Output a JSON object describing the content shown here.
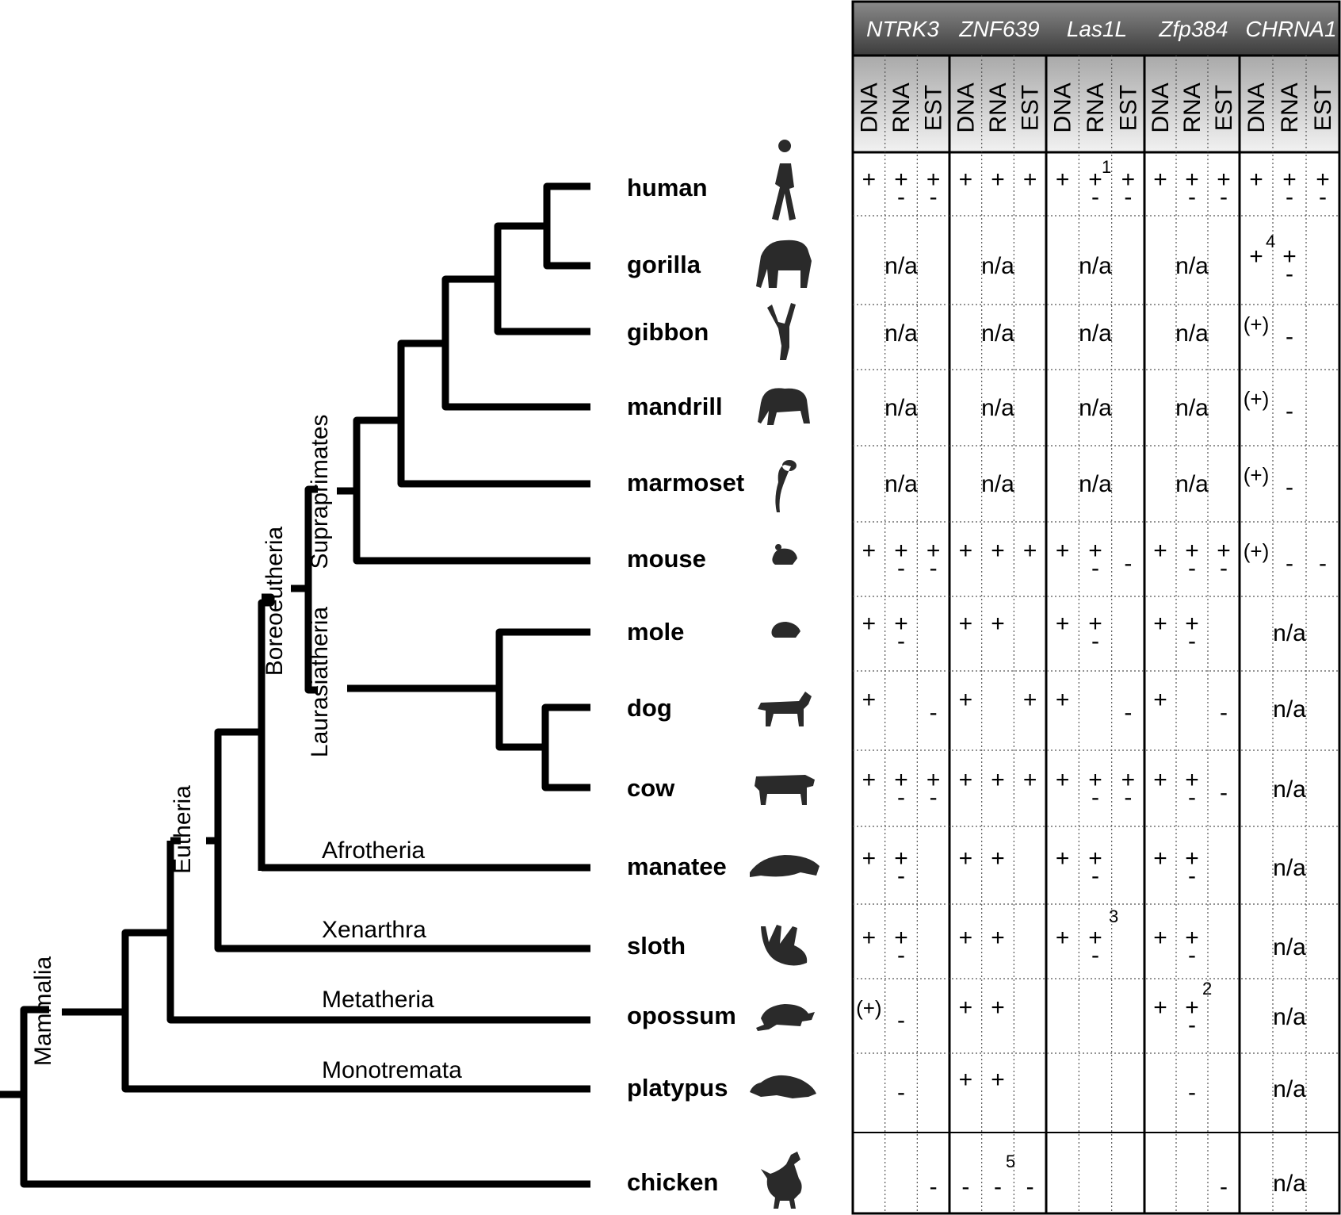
{
  "genes": [
    "NTRK3",
    "ZNF639",
    "Las1L",
    "Zfp384",
    "CHRNA1"
  ],
  "evidence_types": [
    "DNA",
    "RNA",
    "EST"
  ],
  "clades": {
    "mammalia": "Mammalia",
    "eutheria": "Eutheria",
    "boreoeutheria": "Boreoeutheria",
    "supraprimates": "Supraprimates",
    "laurasiatheria": "Laurasiatheria",
    "afrotheria": "Afrotheria",
    "xenarthra": "Xenarthra",
    "metatheria": "Metatheria",
    "monotremata": "Monotremata"
  },
  "species": [
    {
      "name": "human",
      "silhouette": "human-silhouette"
    },
    {
      "name": "gorilla",
      "silhouette": "gorilla-silhouette"
    },
    {
      "name": "gibbon",
      "silhouette": "gibbon-silhouette"
    },
    {
      "name": "mandrill",
      "silhouette": "mandrill-silhouette"
    },
    {
      "name": "marmoset",
      "silhouette": "marmoset-silhouette"
    },
    {
      "name": "mouse",
      "silhouette": "mouse-silhouette"
    },
    {
      "name": "mole",
      "silhouette": "mole-silhouette"
    },
    {
      "name": "dog",
      "silhouette": "dog-silhouette"
    },
    {
      "name": "cow",
      "silhouette": "cow-silhouette"
    },
    {
      "name": "manatee",
      "silhouette": "manatee-silhouette"
    },
    {
      "name": "sloth",
      "silhouette": "sloth-silhouette"
    },
    {
      "name": "opossum",
      "silhouette": "opossum-silhouette"
    },
    {
      "name": "platypus",
      "silhouette": "platypus-silhouette"
    },
    {
      "name": "chicken",
      "silhouette": "chicken-silhouette"
    }
  ],
  "na": "n/a",
  "notes": {
    "human_las1l_rna": "1",
    "opossum_zfp384_rna": "2",
    "sloth_las1l_rna": "3",
    "gorilla_chrna1_dna": "4",
    "chicken_znf639_rna": "5"
  },
  "cells": [
    [
      [
        [
          "+"
        ],
        [
          "+",
          "-"
        ],
        [
          "+",
          "-"
        ]
      ],
      [
        [
          "+"
        ],
        [
          "+"
        ],
        [
          "+"
        ]
      ],
      [
        [
          "+"
        ],
        [
          "+",
          "-"
        ],
        [
          "+",
          "-"
        ]
      ],
      [
        [
          "+"
        ],
        [
          "+",
          "-"
        ],
        [
          "+",
          "-"
        ]
      ],
      [
        [
          "+"
        ],
        [
          "+",
          "-"
        ],
        [
          "+",
          "-"
        ]
      ]
    ],
    [
      "n/a",
      "n/a",
      "n/a",
      "n/a",
      [
        [
          "+"
        ],
        [
          "+",
          "-"
        ],
        []
      ]
    ],
    [
      "n/a",
      "n/a",
      "n/a",
      "n/a",
      [
        [
          "(+)"
        ],
        [
          "-"
        ],
        []
      ]
    ],
    [
      "n/a",
      "n/a",
      "n/a",
      "n/a",
      [
        [
          "(+)"
        ],
        [
          "-"
        ],
        []
      ]
    ],
    [
      "n/a",
      "n/a",
      "n/a",
      "n/a",
      [
        [
          "(+)"
        ],
        [
          "-"
        ],
        []
      ]
    ],
    [
      [
        [
          "+"
        ],
        [
          "+",
          "-"
        ],
        [
          "+",
          "-"
        ]
      ],
      [
        [
          "+"
        ],
        [
          "+"
        ],
        [
          "+"
        ]
      ],
      [
        [
          "+"
        ],
        [
          "+",
          "-"
        ],
        [
          "-"
        ]
      ],
      [
        [
          "+"
        ],
        [
          "+",
          "-"
        ],
        [
          "+",
          "-"
        ]
      ],
      [
        [
          "(+)"
        ],
        [
          "-"
        ],
        [
          "-"
        ]
      ]
    ],
    [
      [
        [
          "+"
        ],
        [
          "+",
          "-"
        ],
        []
      ],
      [
        [
          "+"
        ],
        [
          "+"
        ],
        []
      ],
      [
        [
          "+"
        ],
        [
          "+",
          "-"
        ],
        []
      ],
      [
        [
          "+"
        ],
        [
          "+",
          "-"
        ],
        []
      ],
      "n/a"
    ],
    [
      [
        [
          "+"
        ],
        [],
        [
          "-"
        ]
      ],
      [
        [
          "+"
        ],
        [],
        [
          "+"
        ]
      ],
      [
        [
          "+"
        ],
        [],
        [
          "-"
        ]
      ],
      [
        [
          "+"
        ],
        [],
        [
          "-"
        ]
      ],
      "n/a"
    ],
    [
      [
        [
          "+"
        ],
        [
          "+",
          "-"
        ],
        [
          "+",
          "-"
        ]
      ],
      [
        [
          "+"
        ],
        [
          "+"
        ],
        [
          "+"
        ]
      ],
      [
        [
          "+"
        ],
        [
          "+",
          "-"
        ],
        [
          "+",
          "-"
        ]
      ],
      [
        [
          "+"
        ],
        [
          "+",
          "-"
        ],
        [
          "-"
        ]
      ],
      "n/a"
    ],
    [
      [
        [
          "+"
        ],
        [
          "+",
          "-"
        ],
        []
      ],
      [
        [
          "+"
        ],
        [
          "+"
        ],
        []
      ],
      [
        [
          "+"
        ],
        [
          "+",
          "-"
        ],
        []
      ],
      [
        [
          "+"
        ],
        [
          "+",
          "-"
        ],
        []
      ],
      "n/a"
    ],
    [
      [
        [
          "+"
        ],
        [
          "+",
          "-"
        ],
        []
      ],
      [
        [
          "+"
        ],
        [
          "+"
        ],
        []
      ],
      [
        [
          "+"
        ],
        [
          "+",
          "-"
        ],
        []
      ],
      [
        [
          "+"
        ],
        [
          "+",
          "-"
        ],
        []
      ],
      "n/a"
    ],
    [
      [
        [
          "(+)"
        ],
        [
          "-"
        ],
        []
      ],
      [
        [
          "+"
        ],
        [
          "+"
        ],
        []
      ],
      [
        [],
        [],
        []
      ],
      [
        [
          "+"
        ],
        [
          "+",
          "-"
        ],
        []
      ],
      "n/a"
    ],
    [
      [
        [],
        [
          "-"
        ],
        []
      ],
      [
        [
          "+"
        ],
        [
          "+"
        ],
        []
      ],
      [
        [],
        [],
        []
      ],
      [
        [],
        [
          "-"
        ],
        []
      ],
      "n/a"
    ],
    [
      [
        [],
        [],
        [
          "-"
        ]
      ],
      [
        [
          "-"
        ],
        [
          "-"
        ],
        [
          "-"
        ]
      ],
      [
        [],
        [],
        []
      ],
      [
        [],
        [],
        [
          "-"
        ]
      ],
      "n/a"
    ]
  ]
}
